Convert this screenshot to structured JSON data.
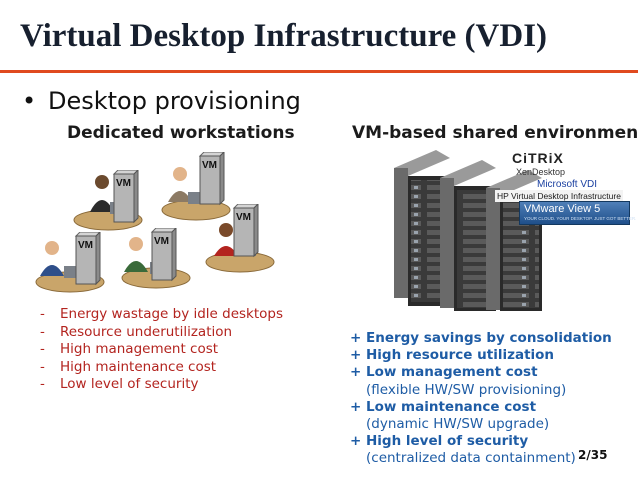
{
  "slide": {
    "title": "Virtual Desktop Infrastructure (VDI)",
    "accent_color": "#e04a1f",
    "bullet_marker": "•",
    "bullet": "Desktop provisioning",
    "left_heading": "Dedicated workstations",
    "right_heading": "VM-based shared environments",
    "vm_label": "VM",
    "page_number": "2/35"
  },
  "brands": {
    "citrix": "CiTRiX",
    "xendesktop": "XenDesktop",
    "microsoft_vdi": "Microsoft VDI",
    "hp_vdi": "HP Virtual Desktop Infrastructure",
    "vmware": "VMware View 5",
    "vmware_tagline": "YOUR CLOUD. YOUR DESKTOP. JUST GOT BETTER."
  },
  "cons": {
    "marker": "-",
    "color": "#b3241f",
    "items": [
      "Energy wastage by idle desktops",
      "Resource underutilization",
      "High management cost",
      "High maintenance cost",
      "Low level of security"
    ]
  },
  "pros": {
    "marker": "+",
    "color": "#1e5ca5",
    "items": [
      {
        "label": "Energy savings by consolidation",
        "sub": ""
      },
      {
        "label": "High resource utilization",
        "sub": ""
      },
      {
        "label": "Low management cost",
        "sub": "(flexible HW/SW provisioning)"
      },
      {
        "label": "Low maintenance cost",
        "sub": "(dynamic HW/SW upgrade)"
      },
      {
        "label": "High level of security",
        "sub": "(centralized data containment)"
      }
    ]
  }
}
